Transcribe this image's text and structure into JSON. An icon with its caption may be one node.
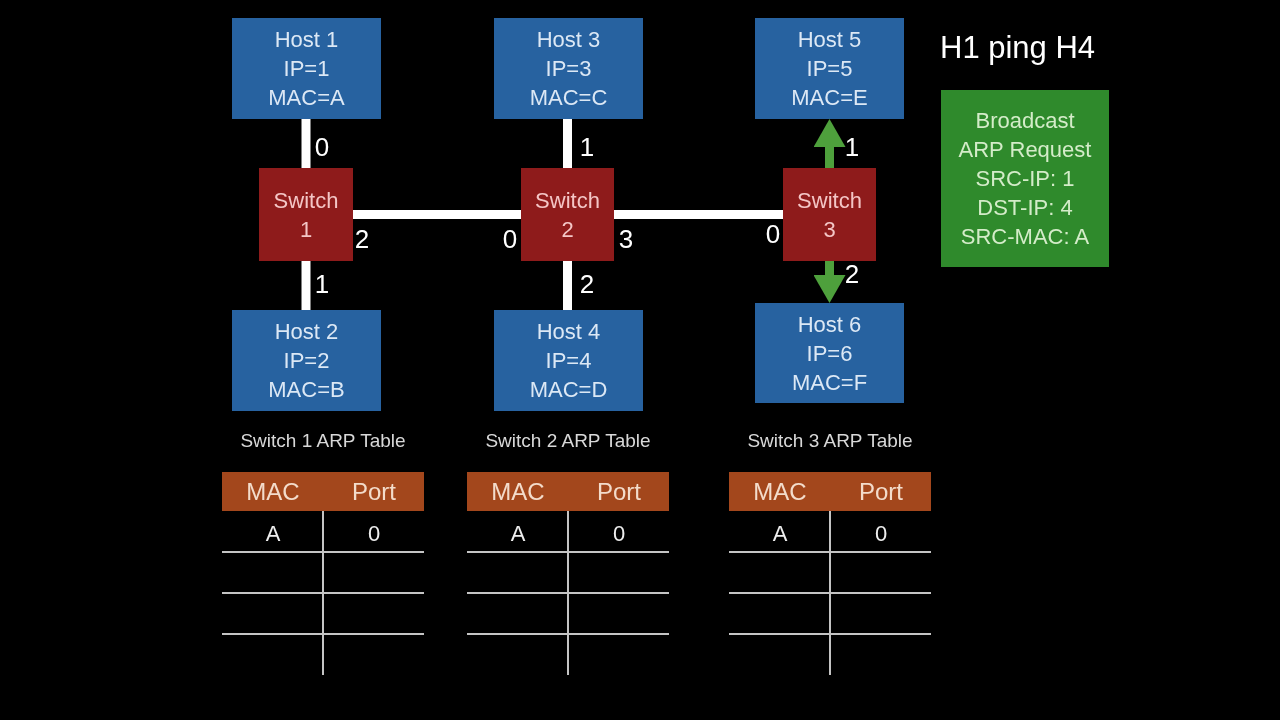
{
  "diagram": {
    "title": "H1 ping H4",
    "nodes": [
      {
        "text": [
          "Host 1",
          "IP=1",
          "MAC=A"
        ]
      },
      {
        "text": [
          "Host 3",
          "IP=3",
          "MAC=C"
        ]
      },
      {
        "text": [
          "Host 5",
          "IP=5",
          "MAC=E"
        ]
      },
      {
        "text": [
          "Broadcast ARP Request",
          "SRC-IP: 1",
          "DST-IP: 4",
          "SRC-MAC: A"
        ]
      },
      {
        "text": [
          "Switch 1"
        ]
      },
      {
        "text": [
          "Switch 2"
        ]
      },
      {
        "text": [
          "Switch 3"
        ]
      },
      {
        "text": [
          "Host 2",
          "IP=2",
          "MAC=B"
        ]
      },
      {
        "text": [
          "Host 4",
          "IP=4",
          "MAC=D"
        ]
      },
      {
        "text": [
          "Host 6",
          "IP=6",
          "MAC=F"
        ]
      }
    ],
    "edges": [
      {
        "from": 0,
        "to": 4,
        "arrow": "none"
      },
      {
        "from": 1,
        "to": 5,
        "arrow": "none"
      },
      {
        "from": 6,
        "to": 2,
        "arrow": "to",
        "color": "#4ea03c"
      },
      {
        "from": 4,
        "to": 5,
        "arrow": "none"
      },
      {
        "from": 5,
        "to": 6,
        "arrow": "none"
      },
      {
        "from": 4,
        "to": 7,
        "arrow": "none"
      },
      {
        "from": 5,
        "to": 8,
        "arrow": "none"
      },
      {
        "from": 6,
        "to": 9,
        "arrow": "to",
        "color": "#4ea03c"
      }
    ],
    "labels": [
      "0",
      "1",
      "1",
      "2",
      "0",
      "3",
      "0",
      "1",
      "2",
      "2",
      "Switch 1 ARP Table",
      "MAC",
      "Port",
      "A",
      "0",
      "Switch 2 ARP Table",
      "MAC",
      "Port",
      "A",
      "0",
      "Switch 3 ARP Table",
      "MAC",
      "Port",
      "A",
      "0"
    ]
  }
}
